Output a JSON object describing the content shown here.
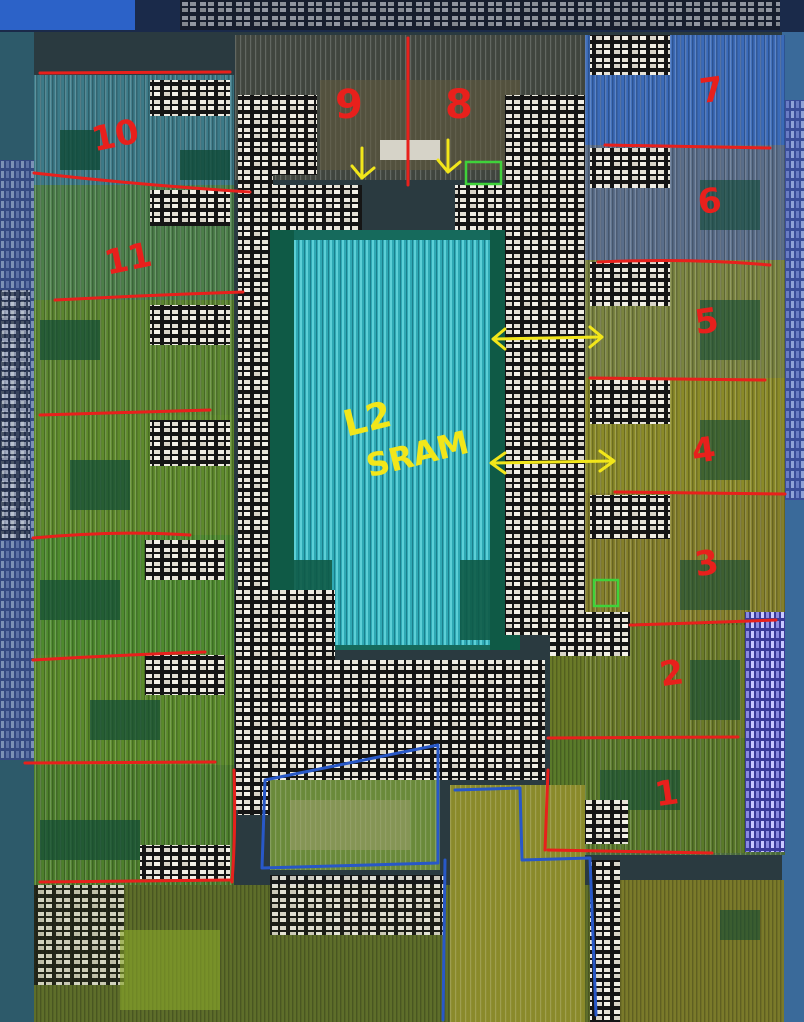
{
  "image": {
    "subject": "die shot",
    "annotations": {
      "region_numbers": [
        "1",
        "2",
        "3",
        "4",
        "5",
        "6",
        "7",
        "8",
        "9",
        "10",
        "11"
      ],
      "sram_label_line1": "L2",
      "sram_label_line2": "SRAM"
    },
    "colors": {
      "annotation_red": "#e8201c",
      "annotation_yellow": "#f2e61a",
      "annotation_blue": "#2858c8",
      "annotation_green": "#3fd23a",
      "sram_cyan": "#2fa9b4",
      "logic_green": "#4a7a2c",
      "logic_olive": "#8a8a28",
      "dark_green": "#0f4a36"
    }
  }
}
